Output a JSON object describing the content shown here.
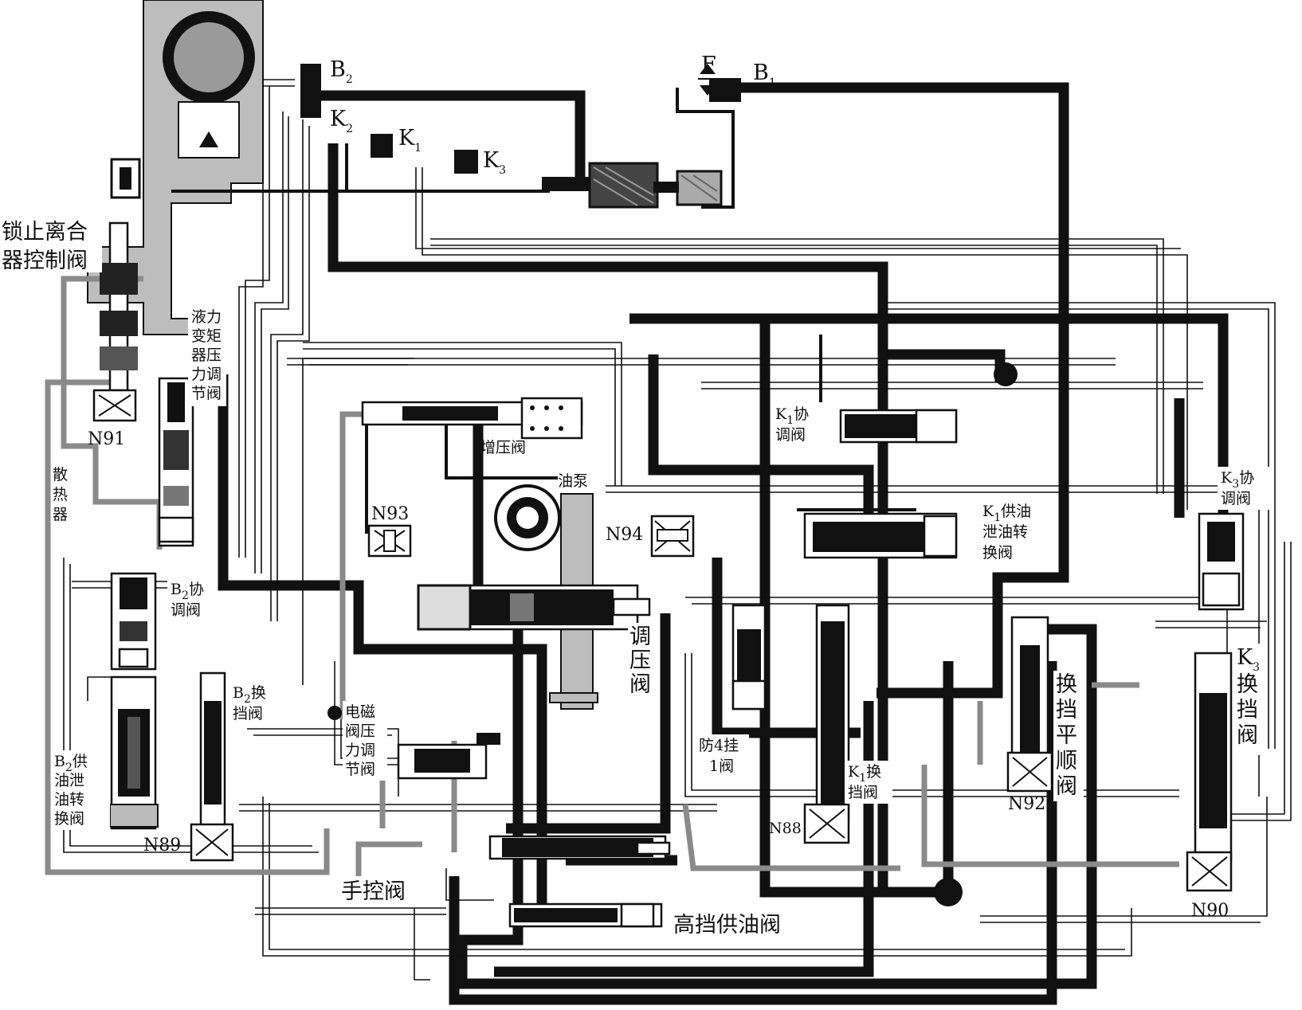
{
  "labels": {
    "B2": "B",
    "B2_sub": "2",
    "K2": "K",
    "K2_sub": "2",
    "K1": "K",
    "K1_sub": "1",
    "K3": "K",
    "K3_sub": "3",
    "F": "F",
    "B1": "B",
    "B1_sub": "1",
    "lockup_line1": "锁止离合",
    "lockup_line2": "器控制阀",
    "tc_pressure": [
      "液力",
      "变矩",
      "器压",
      "力调",
      "节阀"
    ],
    "n91": "N91",
    "cooler": [
      "散",
      "热",
      "器"
    ],
    "boost_valve": "增压阀",
    "oil_pump": "油泵",
    "n93": "N93",
    "n94": "N94",
    "k1_coord_l1": "K",
    "k1_coord_sub": "1",
    "k1_coord_l1b": "协",
    "k1_coord_l2": "调阀",
    "k3_coord_l1": "K",
    "k3_coord_sub": "3",
    "k3_coord_l1b": "协",
    "k3_coord_l2": "调阀",
    "k1_supply_l1": "K",
    "k1_supply_sub": "1",
    "k1_supply_l1b": "供油",
    "k1_supply_l2": "泄油转",
    "k1_supply_l3": "换阀",
    "b2_coord_l1": "B",
    "b2_coord_sub": "2",
    "b2_coord_l1b": "协",
    "b2_coord_l2": "调阀",
    "regulator": [
      "调",
      "压",
      "阀"
    ],
    "b2_shift_l1": "B",
    "b2_shift_sub": "2",
    "b2_shift_l1b": "换",
    "b2_shift_l2": "挡阀",
    "solenoid_reg": [
      "电磁",
      "阀压",
      "力调",
      "节阀"
    ],
    "anti_shift": [
      "防4挂",
      "1阀"
    ],
    "k1_shift_l1": "K",
    "k1_shift_sub": "1",
    "k1_shift_l1b": "换",
    "k1_shift_l2": "挡阀",
    "n88": "N88",
    "shift_smooth": [
      "换",
      "挡",
      "平",
      "顺",
      "阀"
    ],
    "n92": "N92",
    "k3_shift_l1": "K",
    "k3_shift_sub": "3",
    "k3_shift_rest": [
      "换",
      "挡",
      "阀"
    ],
    "b2_supply_l1": "B",
    "b2_supply_sub": "2",
    "b2_supply_l1b": "供",
    "b2_supply_rest": [
      "油泄",
      "油转",
      "换阀"
    ],
    "n89": "N89",
    "manual_valve": "手控阀",
    "high_gear_valve": "高挡供油阀",
    "n90": "N90"
  }
}
